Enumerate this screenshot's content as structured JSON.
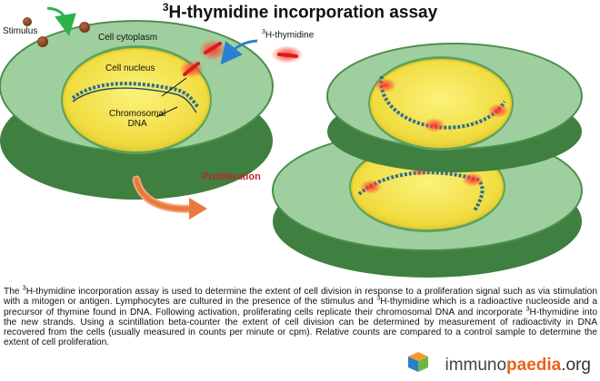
{
  "title": {
    "superscript": "3",
    "text": "H-thymidine incorporation assay"
  },
  "labels": {
    "stimulus": "Stimulus",
    "cytoplasm": "Cell cytoplasm",
    "thymidine_sup": "3",
    "thymidine": "H-thymidine",
    "nucleus": "Cell nucleus",
    "chromosomal_line1": "Chromosomal",
    "chromosomal_line2": "DNA",
    "proliferation": "Proliferation"
  },
  "description": {
    "p1_sup": "3",
    "p1": "H-thymidine incorporation assay is used to determine the extent of cell division in response to a proliferation signal such as via stimulation with a mitogen or antigen. Lymphocytes are cultured in the presence of the stimulus and ",
    "p2_sup": "3",
    "p2": "H-thymidine which is a radioactive nucleoside and a precursor of thymine found in DNA. Following activation, proliferating cells replicate their chromosomal DNA and incorporate ",
    "p3_sup": "3",
    "p3": "H-thymidine into the new strands. Using a scintillation beta-counter the extent of cell division can be determined by measurement of radioactivity in DNA recovered from the cells (usually measured in counts per minute or cpm). Relative counts are compared to a control sample to determine the extent of cell proliferation.",
    "p0": "The "
  },
  "logo": {
    "part1": "immuno",
    "part2": "paedia",
    "part3": ".org"
  },
  "colors": {
    "cell_fill": "#9fcf9f",
    "cell_inner": "#5ea25e",
    "nucleus_fill": "#f2e24e",
    "dna": "#2f6e8e",
    "glow": "#ff3030",
    "stimulus": "#8b4a2b",
    "arrow_green": "#2bb34a",
    "arrow_blue": "#2a7fd0",
    "arrow_orange": "#ea7a3c"
  }
}
